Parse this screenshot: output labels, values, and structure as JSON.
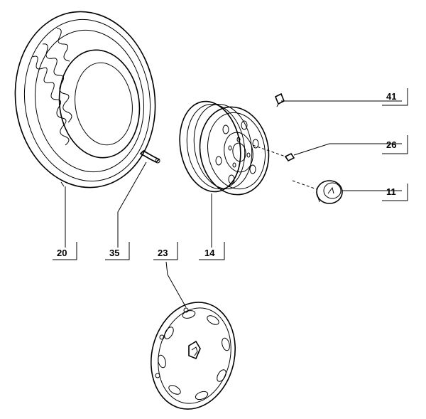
{
  "parts": [
    {
      "id": "tire",
      "label": "20"
    },
    {
      "id": "valve",
      "label": "35"
    },
    {
      "id": "hubcap",
      "label": "23"
    },
    {
      "id": "wheel-rim",
      "label": "14"
    },
    {
      "id": "plug",
      "label": "41"
    },
    {
      "id": "wheel-bolt",
      "label": "26"
    },
    {
      "id": "center-cap",
      "label": "11"
    }
  ]
}
